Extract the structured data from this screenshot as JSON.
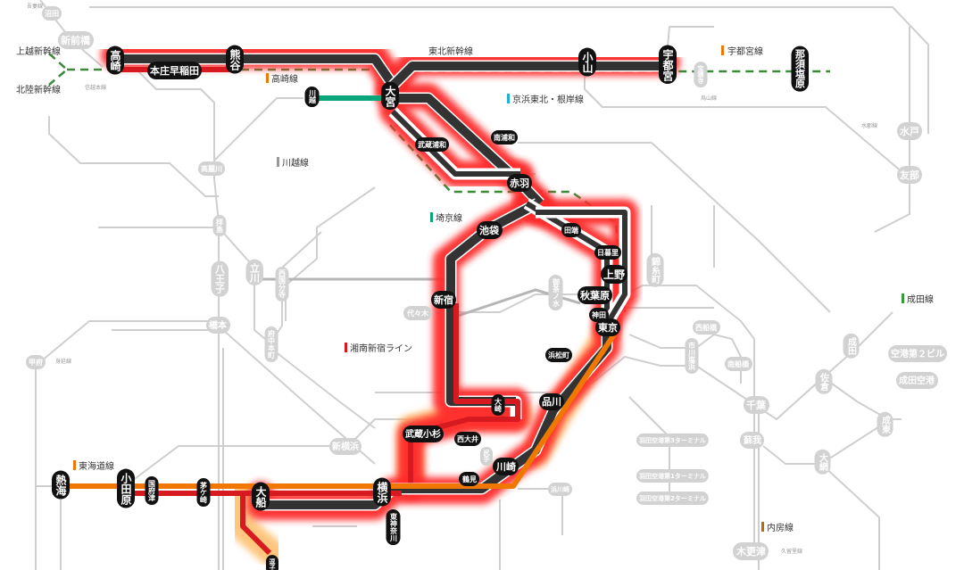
{
  "stations_major": [
    "高崎",
    "熊谷",
    "本庄早稲田",
    "大宮",
    "小山",
    "宇都宮",
    "那須塩原",
    "川越",
    "武蔵浦和",
    "南浦和",
    "赤羽",
    "池袋",
    "田端",
    "日暮里",
    "上野",
    "秋葉原",
    "神田",
    "東京",
    "新宿",
    "浜松町",
    "大崎",
    "品川",
    "武蔵小杉",
    "西大井",
    "川崎",
    "鶴見",
    "横浜",
    "東神奈川",
    "大船",
    "熱海",
    "小田原",
    "国府津",
    "茅ケ崎",
    "逗子"
  ],
  "stations_other": [
    "新前橋",
    "高麗川",
    "拝島",
    "八王子",
    "立川",
    "西国分寺",
    "橋本",
    "府中本町",
    "甲府",
    "新横浜",
    "代々木",
    "御茶ノ水",
    "錦糸町",
    "西船橋",
    "市川塩浜",
    "南船橋",
    "千葉",
    "蘇我",
    "成田",
    "佐倉",
    "成東",
    "大網",
    "木更津",
    "空港第２ビル",
    "成田空港",
    "水戸",
    "友部",
    "羽田空港第3ターミナル",
    "羽田空港第1ターミナル",
    "羽田空港第2ターミナル",
    "尻手",
    "浜川崎",
    "宝積寺",
    "沼田"
  ],
  "line_labels": [
    "上越新幹線",
    "北陸新幹線",
    "東北新幹線",
    "信越本線",
    "烏山線",
    "水郡線",
    "身延線",
    "久留里線",
    "吾妻線"
  ],
  "legend": [
    {
      "label": "宇都宮線",
      "color": "#f07800"
    },
    {
      "label": "高崎線",
      "color": "#f07800"
    },
    {
      "label": "京浜東北・根岸線",
      "color": "#1fb0d8"
    },
    {
      "label": "川越線",
      "color": "#999999"
    },
    {
      "label": "埼京線",
      "color": "#0aa67a"
    },
    {
      "label": "湘南新宿ライン",
      "color": "#d71920"
    },
    {
      "label": "東海道線",
      "color": "#f07800"
    },
    {
      "label": "成田線",
      "color": "#3a9a3a"
    },
    {
      "label": "内房線",
      "color": "#b07010"
    }
  ]
}
